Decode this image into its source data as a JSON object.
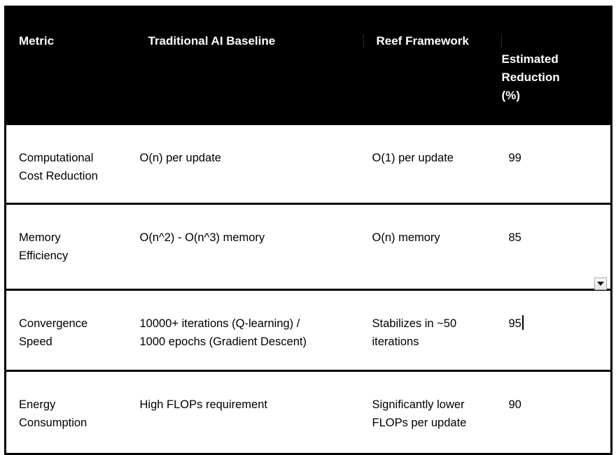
{
  "table": {
    "name": "reef-framework-comparison-table",
    "header_background": "#000000",
    "header_text_color": "#ffffff",
    "border_color": "#000000",
    "columns": [
      {
        "key": "metric",
        "label": "Metric"
      },
      {
        "key": "baseline",
        "label": "Traditional AI Baseline"
      },
      {
        "key": "reef",
        "label": "Reef Framework"
      },
      {
        "key": "pct",
        "label": "Estimated Reduction (%)"
      }
    ],
    "rows": [
      {
        "metric_line1": "Computational",
        "metric_line2": "Cost Reduction",
        "baseline_line1": "O(n) per update",
        "baseline_line2": "",
        "reef_line1": "O(1) per update",
        "reef_line2": "",
        "pct": "99"
      },
      {
        "metric_line1": "Memory",
        "metric_line2": "Efficiency",
        "baseline_line1": "O(n^2) - O(n^3) memory",
        "baseline_line2": "",
        "reef_line1": "O(n) memory",
        "reef_line2": "",
        "pct": "85"
      },
      {
        "metric_line1": "Convergence",
        "metric_line2": "Speed",
        "baseline_line1": "10000+ iterations (Q-learning) /",
        "baseline_line2": "1000 epochs (Gradient Descent)",
        "reef_line1": "Stabilizes in ~50",
        "reef_line2": "iterations",
        "pct": "95"
      },
      {
        "metric_line1": "Energy",
        "metric_line2": "Consumption",
        "baseline_line1": "High FLOPs requirement",
        "baseline_line2": "",
        "reef_line1": "Significantly lower",
        "reef_line2": "FLOPs per update",
        "pct": "90"
      }
    ]
  },
  "header_labels": {
    "metric": "Metric",
    "baseline": "Traditional AI Baseline",
    "reef": "Reef Framework",
    "pct_line1": "Estimated",
    "pct_line2": "Reduction",
    "pct_line3": "(%)"
  },
  "controls": {
    "scroll_down_icon": "chevron-down-icon",
    "scroll_down_glyph": "▼"
  },
  "editing": {
    "active_cell": "row-3-estimated-reduction",
    "caret_after_value": "95"
  }
}
